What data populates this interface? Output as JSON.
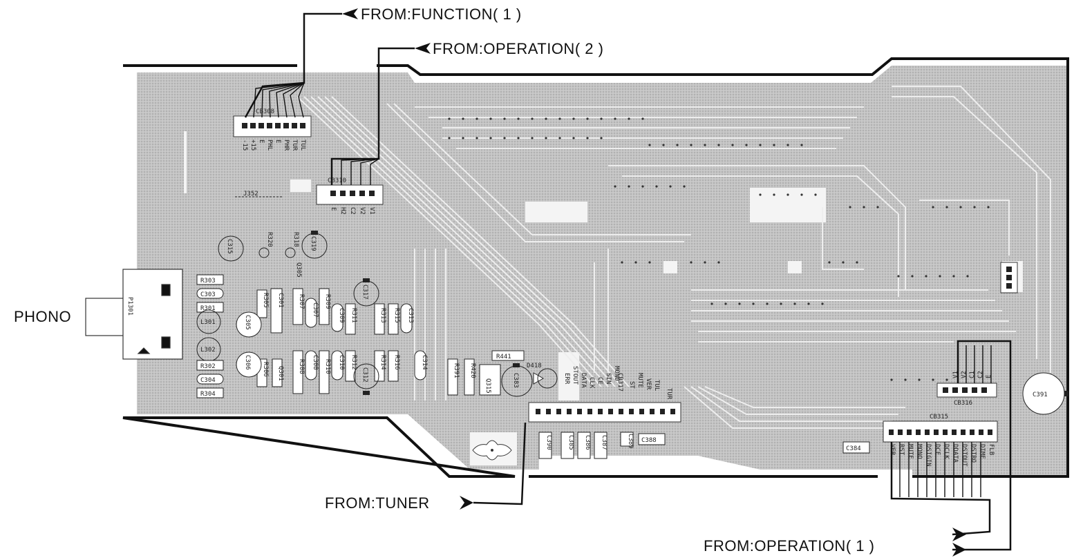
{
  "labels": {
    "from_function": "FROM:FUNCTION( 1 )",
    "from_operation_2": "FROM:OPERATION( 2 )",
    "phono": "PHONO",
    "from_tuner": "FROM:TUNER",
    "from_operation_1": "FROM:OPERATION( 1 )"
  },
  "connectors": {
    "cb308": {
      "name": "CB308",
      "pins": [
        "-15",
        "+15",
        "E",
        "PHL",
        "E",
        "PHR",
        "TUR",
        "TUL"
      ]
    },
    "cb310": {
      "name": "CB310",
      "pins": [
        "E",
        "H2",
        "C2",
        "V2",
        "V1"
      ]
    },
    "cb317": {
      "name": "CB317",
      "pins": [
        "ERR",
        "STOUT",
        "DATA",
        "CLK",
        "CE",
        "SIN",
        "MONO",
        "ST",
        "MUTE",
        "VER",
        "TUL",
        "TUR"
      ]
    },
    "cb315": {
      "name": "CB315",
      "pins": [
        "VER",
        "RST",
        "MUTE",
        "MONO",
        "DSIGIN",
        "DCE",
        "DCLK",
        "DDATA",
        "DSTOUT",
        "DSTRO",
        "DIME",
        "FLB"
      ]
    },
    "cb316": {
      "name": "CB316",
      "pins": [
        "V1",
        "V2",
        "C1",
        "C2",
        "E"
      ]
    },
    "p1301": {
      "name": "P1301"
    }
  },
  "components": [
    "R303",
    "C303",
    "R301",
    "L301",
    "L302",
    "R302",
    "C304",
    "R304",
    "R305",
    "C305",
    "R306",
    "C306",
    "C301",
    "Q301",
    "C315",
    "C319",
    "R320",
    "R318",
    "Q305",
    "R307",
    "R308",
    "C307",
    "C308",
    "R309",
    "R310",
    "C309",
    "C310",
    "C317",
    "R311",
    "R312",
    "R313",
    "R314",
    "R315",
    "R316",
    "C313",
    "C314",
    "C312",
    "R391",
    "R420",
    "R441",
    "Q315",
    "C383",
    "D418",
    "C387",
    "C390",
    "C385",
    "C386",
    "C388",
    "C389",
    "C384",
    "C391",
    "J352"
  ],
  "colors": {
    "copper": "#bcbcbc",
    "trace": "#f2f2f2",
    "outline": "#111111"
  }
}
